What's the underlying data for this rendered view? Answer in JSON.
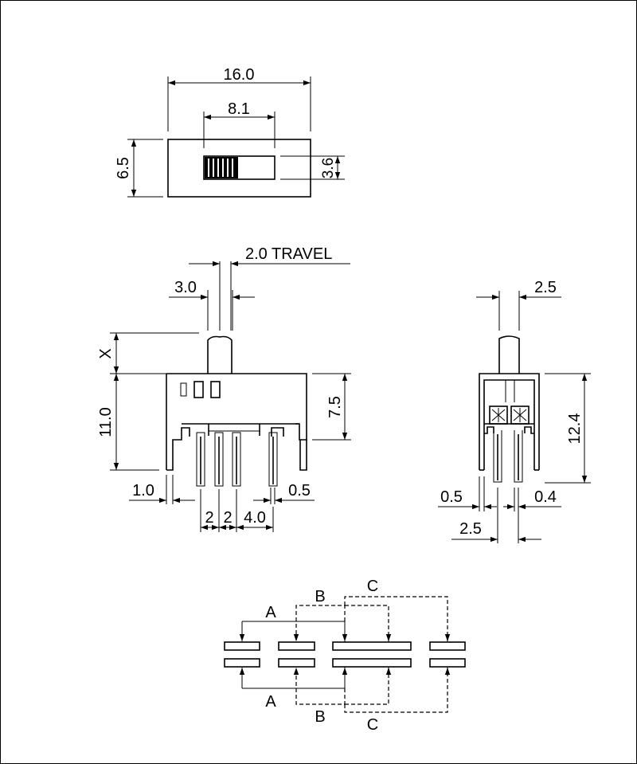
{
  "top_view": {
    "width": "16.0",
    "slot_width": "8.1",
    "height": "6.5",
    "slot_height": "3.6"
  },
  "front_view": {
    "travel": "2.0 TRAVEL",
    "actuator_width": "3.0",
    "actuator_height": "X",
    "body_height": "11.0",
    "housing_height": "7.5",
    "leg_width": "1.0",
    "pin_width": "0.5",
    "pitch_a": "2",
    "pitch_b": "2",
    "pitch_c": "4.0"
  },
  "side_view": {
    "actuator_width": "2.5",
    "height": "12.4",
    "leg_width": "0.5",
    "pin_width": "0.4",
    "pin_spacing": "2.5"
  },
  "circuit": {
    "label_a": "A",
    "label_b": "B",
    "label_c": "C",
    "label_a2": "A",
    "label_b2": "B",
    "label_c2": "C"
  }
}
